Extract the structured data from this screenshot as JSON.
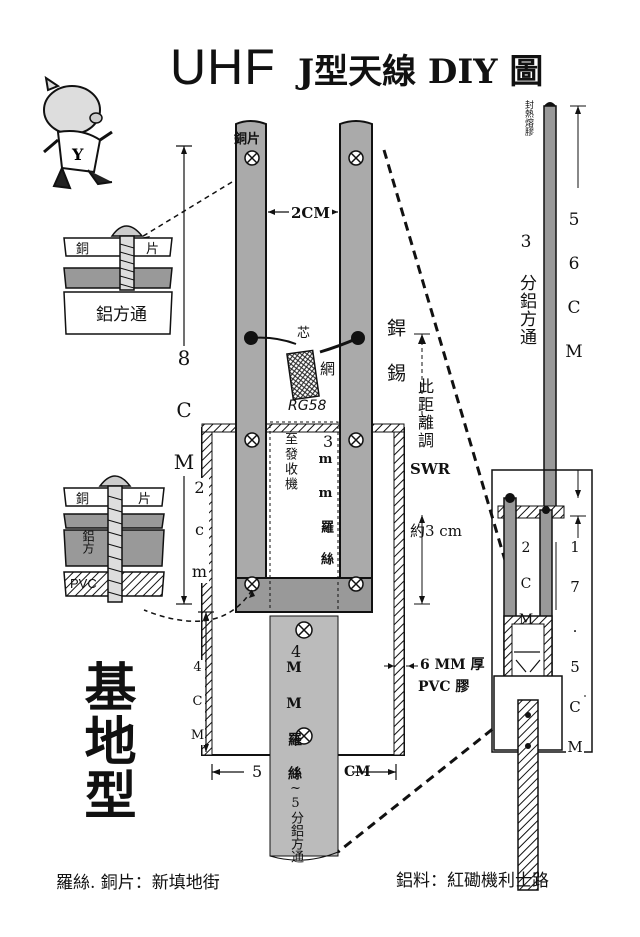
{
  "title": {
    "main": "UHF",
    "rest": "J型天線 DIY 圖"
  },
  "base_type_label": "基地型",
  "labels": {
    "copper_plate_top": "銅片",
    "width_2cm": "2CM",
    "dim_8cm": "8 C M",
    "core": "芯",
    "mesh": "網",
    "cable": "RG58",
    "solder": "銲 錫",
    "swr_note": "此距離調",
    "swr": "SWR",
    "to_radio": "至發收機",
    "screw_3mm_num": "3",
    "screw_3mm_text": "m m 羅 絲",
    "dim_2cm": "2 c m",
    "dim_3cm": "約3 cm",
    "dim_4cm": "4 C M",
    "screw_4mm_num": "4",
    "screw_4mm_text": "M M 羅 絲",
    "pvc_thick": "6 MM 厚",
    "pvc_glue": "PVC 膠",
    "dim_5cm_a": "5",
    "dim_5cm_b": "CM",
    "square_tube_label": "4~5分鋁方通",
    "heat_shrink": "封熱熔膠",
    "dim_56cm": "5 6 C M",
    "rod_label": "3 分鋁方通",
    "dim_2cm_right": "2 C M",
    "dim_175cm": "1 7 . 5 C M",
    "detail1_copper": "銅",
    "detail1_piece": "片",
    "detail1_tube": "鋁方通",
    "detail2_copper": "銅",
    "detail2_piece": "片",
    "detail2_alu": "鋁方",
    "detail2_pvc": "PVC"
  },
  "footer": {
    "left": "羅絲. 銅片：新填地街",
    "right": "鋁料：紅磡機利士路"
  },
  "mascot_letter": "Y"
}
